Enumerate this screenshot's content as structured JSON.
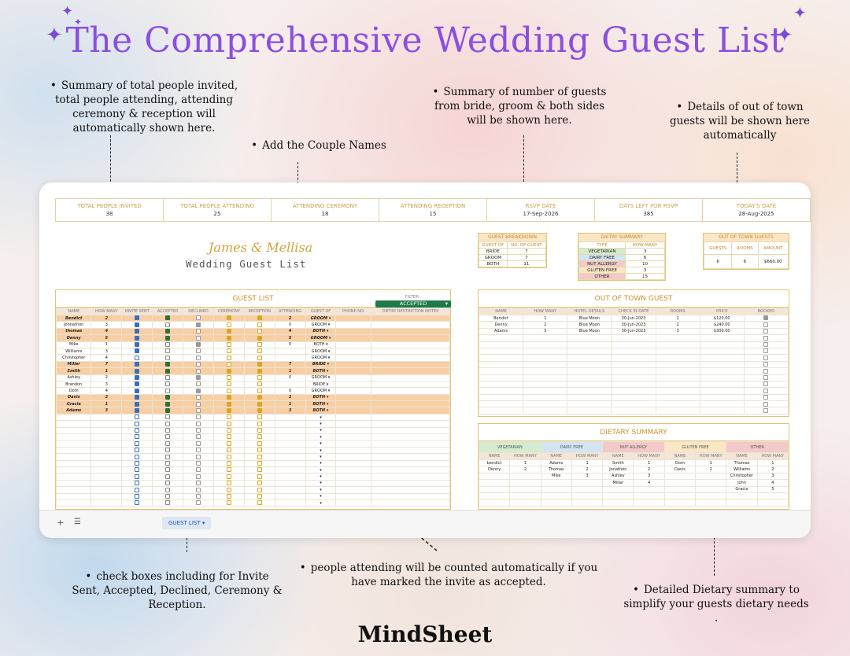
{
  "title": "The Comprehensive Wedding Guest List",
  "brand": "MindSheet",
  "annotations": {
    "summary": "Summary of total people invited, total people attending, attending ceremony & reception will automatically shown here.",
    "couple": "Add the Couple Names",
    "breakdown": "Summary of number of guests from bride, groom & both sides will be shown here.",
    "outoftown": "Details of out of town guests will be shown here automatically",
    "checkboxes": "check boxes including for Invite Sent, Accepted, Declined, Ceremony & Reception.",
    "attending": "people attending will be counted automatically if you have marked the invite as accepted.",
    "dietary": "Detailed Dietary summary to simplify your guests dietary needs ."
  },
  "stats": [
    {
      "label": "TOTAL PEOPLE INVITED",
      "value": "38"
    },
    {
      "label": "TOTAL PEOPLE ATTENDING",
      "value": "25"
    },
    {
      "label": "ATTENDING CEREMONY",
      "value": "18"
    },
    {
      "label": "ATTENDING RECEPTION",
      "value": "15"
    },
    {
      "label": "RSVP DATE",
      "value": "17-Sep-2026"
    },
    {
      "label": "DAYS LEFT FOR RSVP",
      "value": "385"
    },
    {
      "label": "TODAY'S DATE",
      "value": "28-Aug-2025"
    }
  ],
  "couple_names": "James & Mellisa",
  "subtitle": "Wedding Guest List",
  "guest_breakdown": {
    "title": "GUEST BREAKDOWN",
    "headers": [
      "GUEST OF",
      "NO. OF GUEST"
    ],
    "rows": [
      [
        "BRIDE",
        "7"
      ],
      [
        "GROOM",
        "7"
      ],
      [
        "BOTH",
        "11"
      ]
    ]
  },
  "dietry_summary": {
    "title": "DIETRY SUMMARY",
    "headers": [
      "TYPE",
      "HOW MANY"
    ],
    "rows": [
      [
        "VEGETARIAN",
        "3"
      ],
      [
        "DAIRY FREE",
        "6"
      ],
      [
        "NUT ALLERGY",
        "10"
      ],
      [
        "GLUTEN FREE",
        "3"
      ],
      [
        "OTHER",
        "15"
      ]
    ]
  },
  "out_of_town_summary": {
    "title": "OUT OF TOWN GUESTS",
    "headers": [
      "GUESTS",
      "ROOMS",
      "AMOUNT"
    ],
    "values": [
      "6",
      "6",
      "$660.00"
    ]
  },
  "guest_list": {
    "title": "GUEST LIST",
    "filter_label": "FILTER :",
    "filter_value": "ACCEPTED",
    "headers": [
      "NAME",
      "HOW MANY",
      "INVITE SENT",
      "ACCEPTED",
      "DECLINED",
      "CEREMONY",
      "RECEPTION",
      "ATTENDING",
      "GUEST OF",
      "PHONE NO.",
      "DIETRY RESTRICTION NOTES"
    ],
    "rows": [
      {
        "name": "Bendict",
        "how_many": "2",
        "sent": true,
        "accepted": true,
        "declined": false,
        "ceremony": true,
        "reception": true,
        "attending": "2",
        "guest_of": "GROOM",
        "hl": true
      },
      {
        "name": "Johnathon",
        "how_many": "3",
        "sent": true,
        "accepted": false,
        "declined": true,
        "ceremony": false,
        "reception": false,
        "attending": "0",
        "guest_of": "GROOM",
        "hl": false
      },
      {
        "name": "thomas",
        "how_many": "4",
        "sent": true,
        "accepted": true,
        "declined": false,
        "ceremony": true,
        "reception": false,
        "attending": "4",
        "guest_of": "BOTH",
        "hl": true
      },
      {
        "name": "Denny",
        "how_many": "5",
        "sent": true,
        "accepted": true,
        "declined": false,
        "ceremony": true,
        "reception": true,
        "attending": "5",
        "guest_of": "GROOM",
        "hl": true
      },
      {
        "name": "Mike",
        "how_many": "1",
        "sent": true,
        "accepted": false,
        "declined": true,
        "ceremony": false,
        "reception": false,
        "attending": "0",
        "guest_of": "BOTH",
        "hl": false
      },
      {
        "name": "Williams",
        "how_many": "3",
        "sent": true,
        "accepted": false,
        "declined": false,
        "ceremony": false,
        "reception": false,
        "attending": "",
        "guest_of": "GROOM",
        "hl": false
      },
      {
        "name": "Christopher",
        "how_many": "4",
        "sent": false,
        "accepted": false,
        "declined": false,
        "ceremony": false,
        "reception": false,
        "attending": "",
        "guest_of": "GROOM",
        "hl": false
      },
      {
        "name": "Millar",
        "how_many": "7",
        "sent": true,
        "accepted": true,
        "declined": false,
        "ceremony": false,
        "reception": true,
        "attending": "7",
        "guest_of": "BRIDE",
        "hl": true
      },
      {
        "name": "Smith",
        "how_many": "1",
        "sent": true,
        "accepted": true,
        "declined": false,
        "ceremony": true,
        "reception": true,
        "attending": "1",
        "guest_of": "BOTH",
        "hl": true
      },
      {
        "name": "Ashley",
        "how_many": "2",
        "sent": true,
        "accepted": false,
        "declined": true,
        "ceremony": false,
        "reception": false,
        "attending": "0",
        "guest_of": "GROOM",
        "hl": false
      },
      {
        "name": "Brandon",
        "how_many": "3",
        "sent": true,
        "accepted": false,
        "declined": false,
        "ceremony": false,
        "reception": false,
        "attending": "",
        "guest_of": "BRIDE",
        "hl": false
      },
      {
        "name": "Dom",
        "how_many": "4",
        "sent": true,
        "accepted": false,
        "declined": true,
        "ceremony": false,
        "reception": false,
        "attending": "0",
        "guest_of": "GROOM",
        "hl": false
      },
      {
        "name": "Davis",
        "how_many": "2",
        "sent": true,
        "accepted": true,
        "declined": false,
        "ceremony": true,
        "reception": true,
        "attending": "2",
        "guest_of": "BOTH",
        "hl": true
      },
      {
        "name": "Gracia",
        "how_many": "1",
        "sent": true,
        "accepted": true,
        "declined": false,
        "ceremony": true,
        "reception": true,
        "attending": "1",
        "guest_of": "BOTH",
        "hl": true
      },
      {
        "name": "Adams",
        "how_many": "3",
        "sent": true,
        "accepted": true,
        "declined": false,
        "ceremony": true,
        "reception": true,
        "attending": "3",
        "guest_of": "BOTH",
        "hl": true
      }
    ],
    "empty_rows": 14
  },
  "out_of_town": {
    "title": "OUT OF TOWN GUEST",
    "headers": [
      "NAME",
      "HOW MANY",
      "HOTEL DETAILS",
      "CHECK IN DATE",
      "ROOMS",
      "PRICE",
      "BOOKED"
    ],
    "rows": [
      [
        "Bendict",
        "1",
        "Blue Moon",
        "30-Jun-2023",
        "1",
        "$120.00",
        true
      ],
      [
        "Denny",
        "2",
        "Blue Moon",
        "30-Jun-2023",
        "2",
        "$240.00",
        false
      ],
      [
        "Adams",
        "3",
        "Blue Moon",
        "30-Jun-2023",
        "3",
        "$300.00",
        false
      ]
    ],
    "empty_rows": 12
  },
  "dietary_detail": {
    "title": "DIETARY SUMMARY",
    "categories": [
      {
        "name": "VEGETARIAN",
        "color": "#d5ebcf",
        "rows": [
          [
            "bendict",
            "1"
          ],
          [
            "Denny",
            "2"
          ]
        ]
      },
      {
        "name": "DAIRY FREE",
        "color": "#d3e4f3",
        "rows": [
          [
            "Adams",
            "1"
          ],
          [
            "Thomas",
            "2"
          ],
          [
            "Mike",
            "3"
          ]
        ]
      },
      {
        "name": "NUT ALLERGY",
        "color": "#f3c9c9",
        "rows": [
          [
            "Smith",
            "1"
          ],
          [
            "Jonathon",
            "2"
          ],
          [
            "Ashley",
            "3"
          ],
          [
            "Millar",
            "4"
          ]
        ]
      },
      {
        "name": "GLUTEN FREE",
        "color": "#fbe6c6",
        "rows": [
          [
            "Dom",
            "1"
          ],
          [
            "Davis",
            "2"
          ]
        ]
      },
      {
        "name": "OTHER",
        "color": "#f3c9c9",
        "rows": [
          [
            "Thomas",
            "1"
          ],
          [
            "Williams",
            "2"
          ],
          [
            "Christopher",
            "3"
          ],
          [
            "John",
            "4"
          ],
          [
            "Gracia",
            "5"
          ]
        ]
      }
    ],
    "sub_headers": [
      "NAME",
      "HOW MANY"
    ]
  },
  "sheet_tab": "GUEST LIST"
}
